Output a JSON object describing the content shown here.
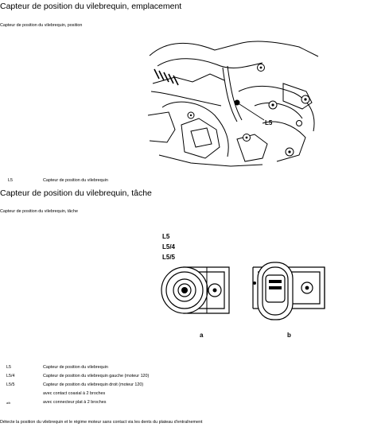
{
  "section1": {
    "heading": "Capteur de position du vilebrequin, emplacement",
    "caption": "Capteur de position du vilebrequin, position",
    "figure_callout": "L5",
    "legend": [
      {
        "code": "L5",
        "text": "Capteur de position du vilebrequin"
      }
    ]
  },
  "section2": {
    "heading": "Capteur de position du vilebrequin, tâche",
    "caption": "Capteur de position du vilebrequin, tâche",
    "figure_labels": {
      "codes": [
        "L5",
        "L5/4",
        "L5/5"
      ],
      "a": "a",
      "b": "b"
    },
    "legend": [
      {
        "code": "L5",
        "text": "Capteur de position du vilebrequin"
      },
      {
        "code": "L5/4",
        "text": "Capteur de position du vilebrequin gauche (moteur 120)"
      },
      {
        "code": "L5/5",
        "text": "Capteur de position du vilebrequin droit (moteur 120)"
      },
      {
        "code": "",
        "text": "avec contact coaxial à 2 broches"
      },
      {
        "code": "a/b",
        "text": "avec connecteur plat à 2 broches"
      }
    ],
    "footer": "Détecte la position du vilebrequin et le régime moteur sans contact via les dents du plateau d'entraînement"
  }
}
